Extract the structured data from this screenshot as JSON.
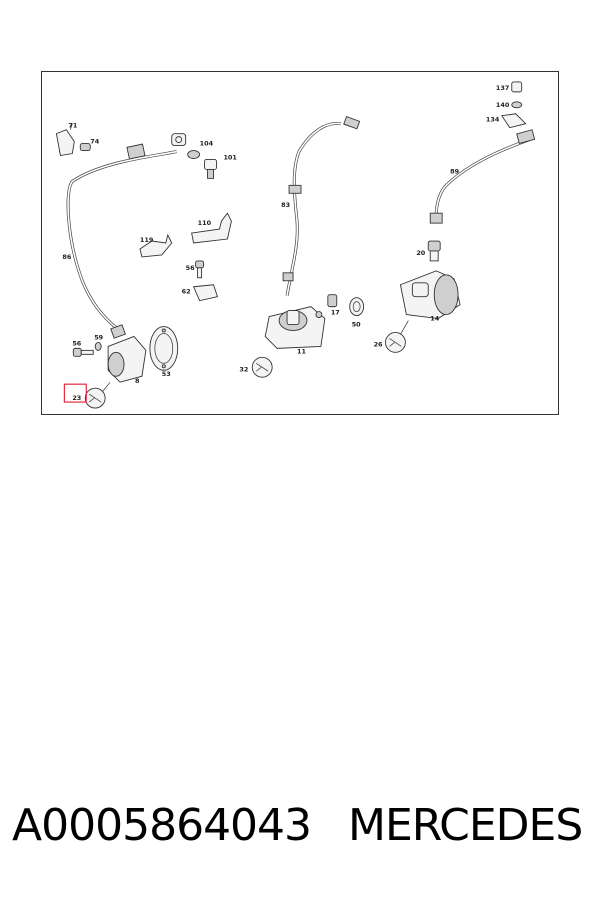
{
  "diagram": {
    "callouts": {
      "c71": "71",
      "c74": "74",
      "c104": "104",
      "c101": "101",
      "c86": "86",
      "c110": "110",
      "c119": "119",
      "c56a": "56",
      "c62": "62",
      "c59": "59",
      "c56b": "56",
      "c53": "53",
      "c8": "8",
      "c23": "23",
      "c83": "83",
      "c17": "17",
      "c50": "50",
      "c11": "11",
      "c32": "32",
      "c137": "137",
      "c140": "140",
      "c134": "134",
      "c89": "89",
      "c20": "20",
      "c14": "14",
      "c26": "26"
    },
    "highlight_color": "#e8283c"
  },
  "caption": {
    "part_number": "A0005864043",
    "brand": "MERCEDES"
  }
}
